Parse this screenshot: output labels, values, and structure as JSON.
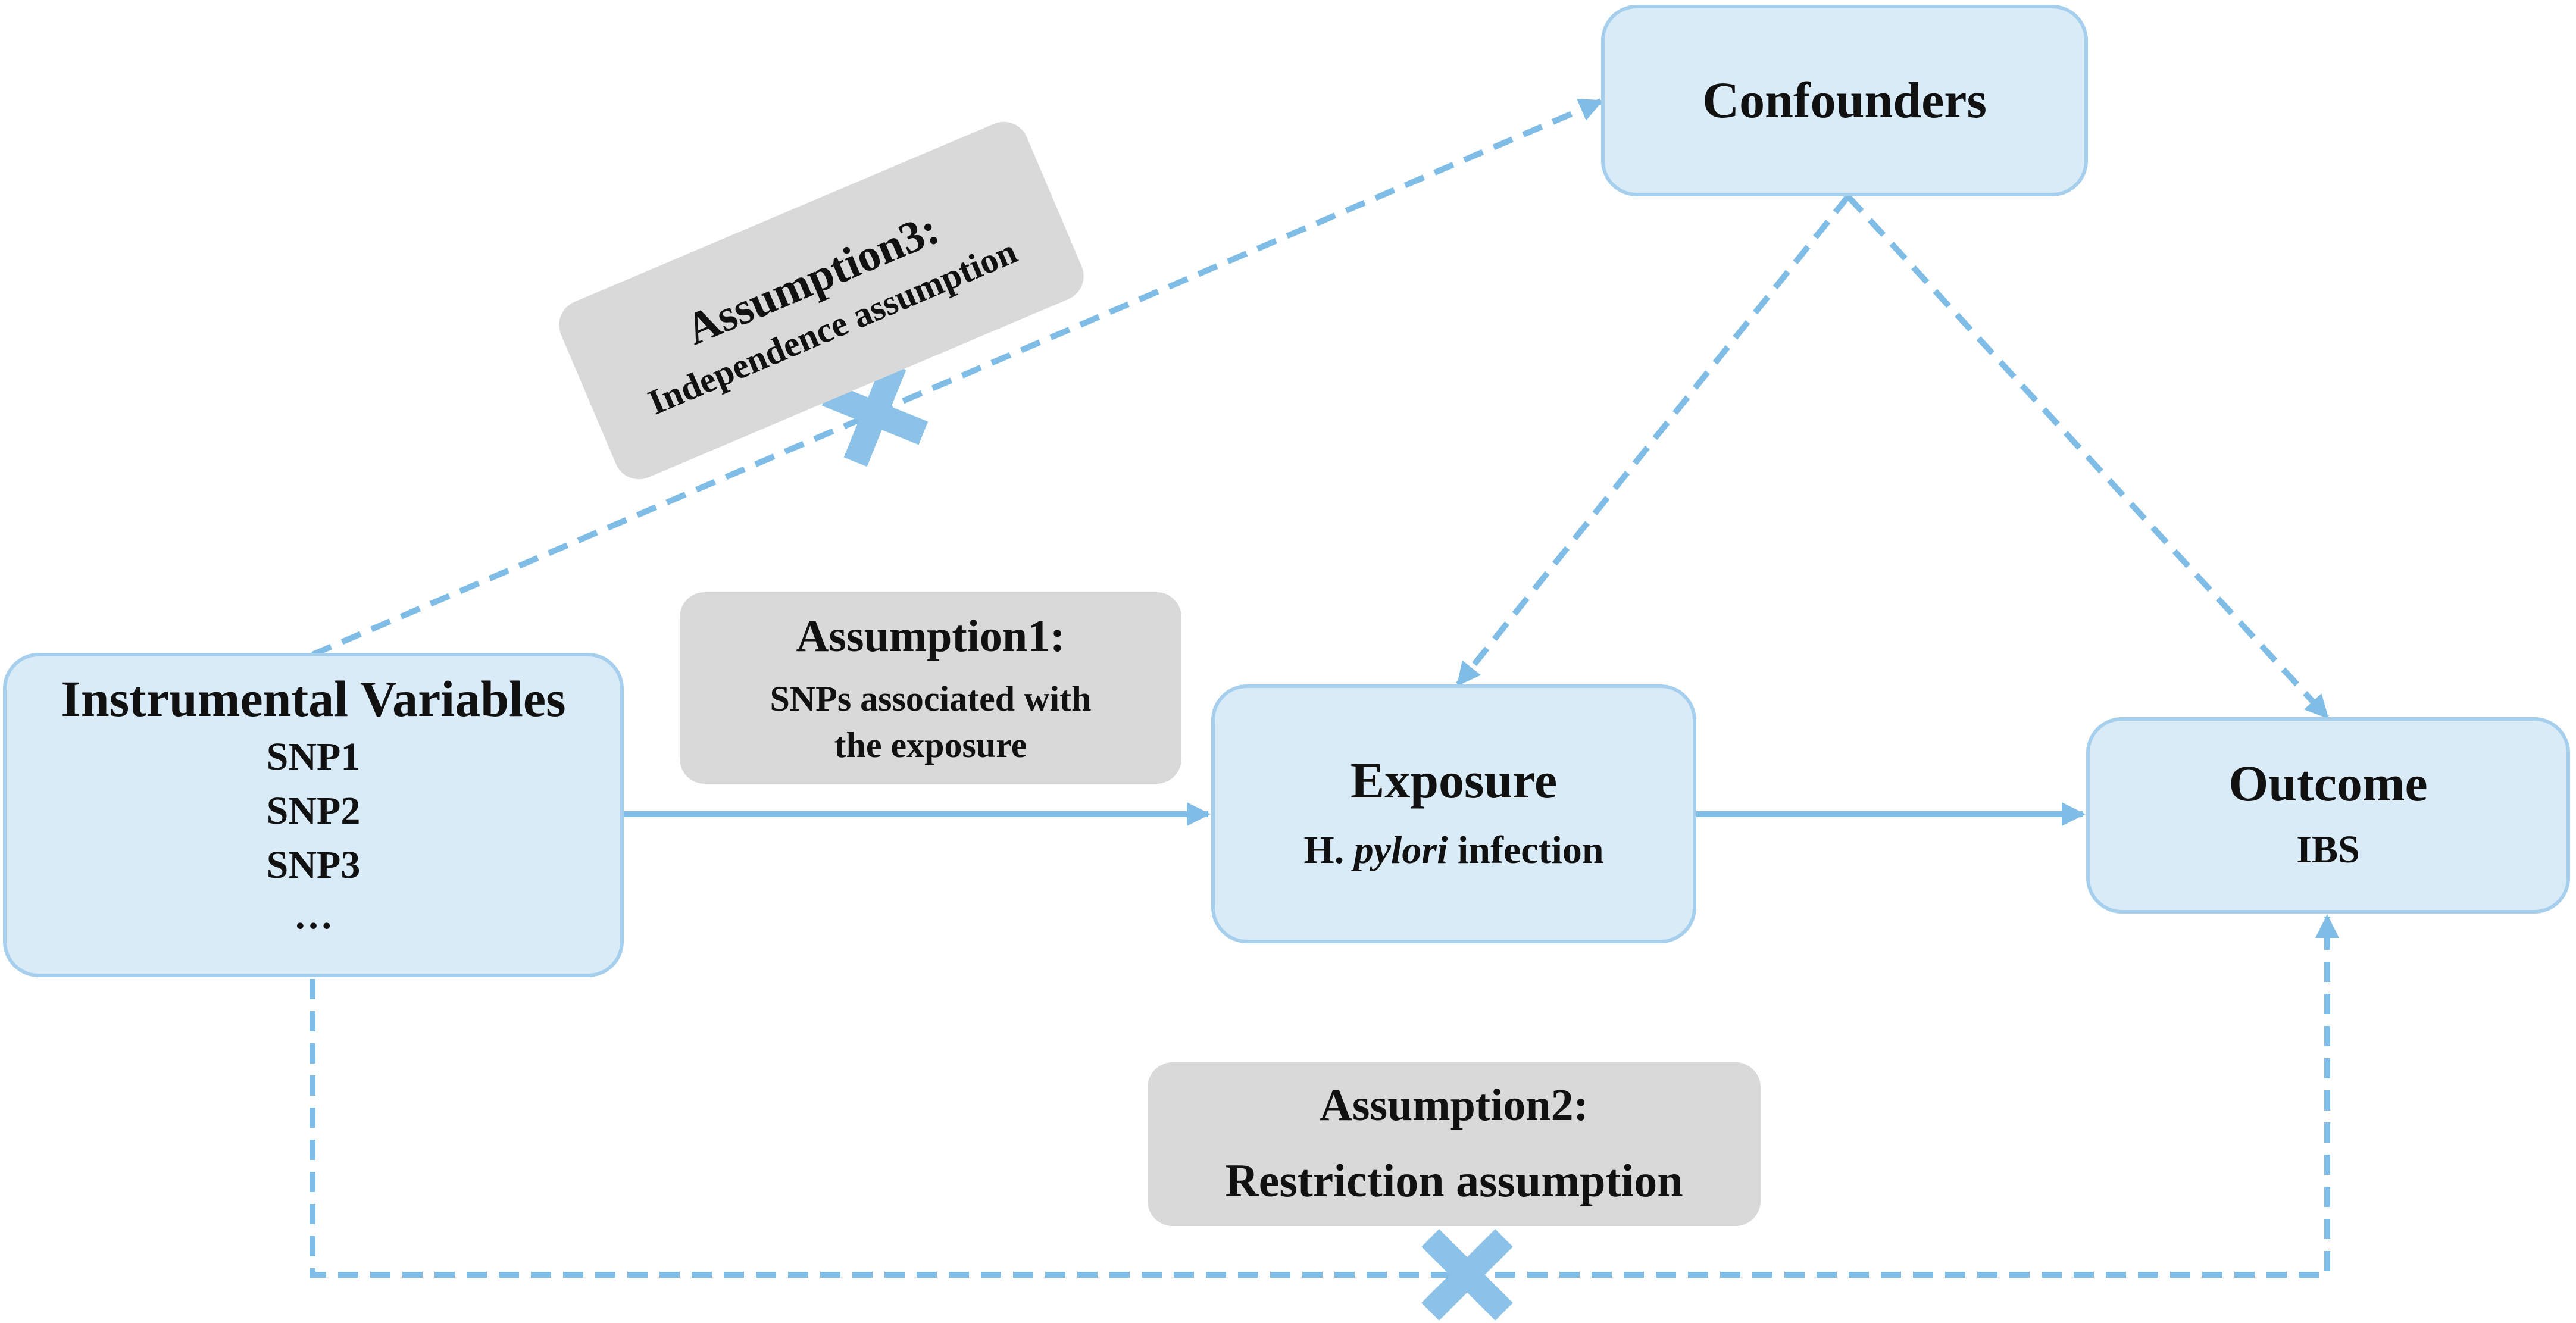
{
  "colors": {
    "arrow": "#7fbde6",
    "box_fill": "#daebf8",
    "box_border": "#a6cfee",
    "note_fill": "#d9d9d9",
    "cross": "#8cc2e8"
  },
  "nodes": {
    "confounders": {
      "title": "Confounders"
    },
    "instrumental": {
      "title": "Instrumental Variables",
      "items": [
        "SNP1",
        "SNP2",
        "SNP3",
        "…"
      ]
    },
    "exposure": {
      "title": "Exposure",
      "sub_prefix": "H. ",
      "sub_italic": "pylori",
      "sub_suffix": " infection"
    },
    "outcome": {
      "title": "Outcome",
      "sub": "IBS"
    }
  },
  "notes": {
    "assumption1": {
      "title": "Assumption1:",
      "lines": [
        "SNPs associated with",
        "the exposure"
      ]
    },
    "assumption2": {
      "title": "Assumption2:",
      "sub": "Restriction assumption"
    },
    "assumption3": {
      "title": "Assumption3:",
      "sub": "Independence assumption"
    }
  },
  "icons": {
    "violation_marker": "cross-icon"
  }
}
